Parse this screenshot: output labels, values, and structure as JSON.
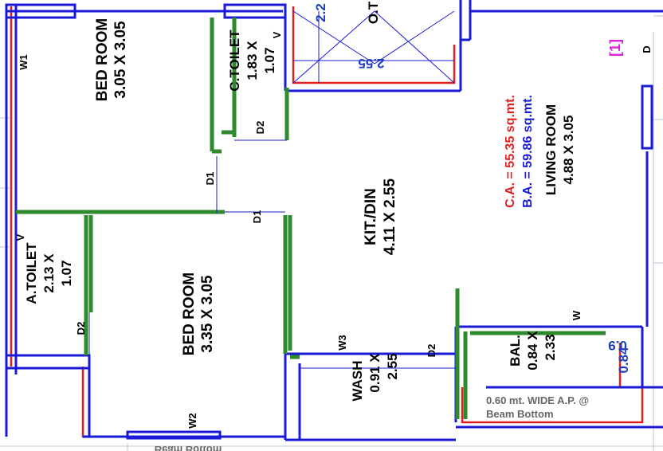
{
  "colors": {
    "wall_blue": "#1a1ad6",
    "wall_green": "#2f8a2f",
    "wall_red": "#e02020",
    "dim_blue": "#1c3fbf",
    "carpet_red": "#e02020",
    "built_blue": "#1a1ad6",
    "unit_magenta": "#e020e0",
    "grid_line": "#b9c3d6",
    "note_grey": "#666666"
  },
  "rooms": {
    "bed_room_1": {
      "name": "BED ROOM",
      "size": "3.05 X 3.05"
    },
    "bed_room_2": {
      "name": "BED ROOM",
      "size": "3.35 X 3.05"
    },
    "c_toilet": {
      "name": "C.TOILET",
      "w": "1.83 X",
      "h": "1.07"
    },
    "a_toilet": {
      "name": "A.TOILET",
      "w": "2.13 X",
      "h": "1.07"
    },
    "kit_din": {
      "name": "KIT./DIN",
      "size": "4.11 X 2.55"
    },
    "living_room": {
      "name": "LIVING ROOM",
      "size": "4.88 X 3.05"
    },
    "wash": {
      "name": "WASH",
      "w": "0.91 X",
      "h": "2.55"
    },
    "bal": {
      "name": "BAL.",
      "w": "0.84 X",
      "h": "2.33"
    },
    "ot": {
      "name": "O.T"
    }
  },
  "areas": {
    "carpet": "C.A. = 55.35 sq.mt.",
    "built": "B.A. = 59.86 sq.mt."
  },
  "unit_marker": "[1]",
  "tags": {
    "w1": "W1",
    "w2": "W2",
    "w3": "W3",
    "w": "W",
    "v1": "V",
    "v2": "V",
    "d": "D",
    "d1_a": "D1",
    "d1_b": "D1",
    "d2_ctoilet": "D2",
    "d2_atoilet": "D2",
    "d2_wash": "D2"
  },
  "dimensions": {
    "ot_width": "2.55",
    "ot_height": "2.2",
    "bal_left": "0.9",
    "bal_right": "0.84"
  },
  "notes": {
    "ap_line1": "0.60 mt. WIDE A.P. @",
    "ap_line2": "Beam Bottom",
    "beam_bottom_mirrored": "Beam Bottom"
  }
}
